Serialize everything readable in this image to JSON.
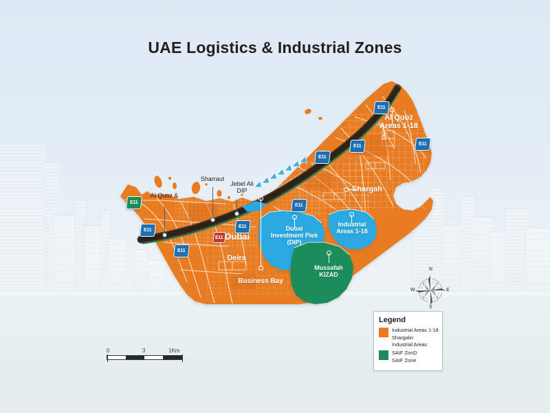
{
  "map": {
    "title": "UAE Logistics & Industrial Zones",
    "colors": {
      "industrial_orange": "#E87B22",
      "industrial_blue": "#29A8E0",
      "saif_green": "#1E8C5A",
      "background_sky": "#DFE9F3",
      "water": "#E4ECEC",
      "label_white": "#FFFFFF",
      "text_dark": "#231F20",
      "shield_blue": "#1F6FB2"
    },
    "zone_labels": [
      {
        "id": "al-quoz-areas",
        "text": "Al Quoz\nAreas 1-18",
        "color": "#FFFFFF",
        "size": 11
      },
      {
        "id": "shargah",
        "text": "Shargah",
        "color": "#FFFFFF",
        "size": 11
      },
      {
        "id": "dubai",
        "text": "Dubai",
        "color": "#FFFFFF",
        "size": 13
      },
      {
        "id": "deira",
        "text": "Deira",
        "color": "#FFFFFF",
        "size": 11
      },
      {
        "id": "business-bay",
        "text": "Business Bay",
        "color": "#FFFFFF",
        "size": 10
      },
      {
        "id": "dubai-investment-park",
        "text": "Dubai\nInvestment Piek\n(DIP)",
        "color": "#FFFFFF",
        "size": 9
      },
      {
        "id": "industrial-areas-1-18",
        "text": "Industrial\nAreas 1-18",
        "color": "#FFFFFF",
        "size": 9
      },
      {
        "id": "mussafah-kizad",
        "text": "Mussafah\nKIZAD",
        "color": "#FFFFFF",
        "size": 9
      }
    ],
    "callout_labels": [
      {
        "id": "al-quoz-amp",
        "text": "Al Quoz &",
        "color": "#231F20",
        "size": 9
      },
      {
        "id": "sharraut",
        "text": "Sharraut",
        "color": "#231F20",
        "size": 9
      },
      {
        "id": "jebel-ali-dip",
        "text": "Jebel Ali\nDIP",
        "color": "#231F20",
        "size": 9
      }
    ],
    "highway_shields": [
      {
        "id": "shield-1",
        "label": "E11"
      },
      {
        "id": "shield-2",
        "label": "E11"
      },
      {
        "id": "shield-3",
        "label": "E11"
      },
      {
        "id": "shield-4",
        "label": "E11"
      },
      {
        "id": "shield-5",
        "label": "E11"
      },
      {
        "id": "shield-6",
        "label": "E11"
      },
      {
        "id": "shield-7",
        "label": "E11"
      },
      {
        "id": "shield-8",
        "label": "E11"
      }
    ],
    "legend": {
      "heading": "Legend",
      "items": [
        {
          "swatch_color": "#E87B22",
          "lines": [
            "Industrial Areas 1-18",
            "Shargalin",
            "Industrial Areas"
          ]
        },
        {
          "swatch_color": "#1E8C5A",
          "lines": [
            "SAIF ZonD",
            "SAIF Zone"
          ]
        }
      ]
    },
    "scale_bar": {
      "labels": [
        "0",
        "3",
        "1Km"
      ]
    },
    "compass": {
      "north": "N",
      "east": "E",
      "south": "S",
      "west": "W"
    }
  }
}
